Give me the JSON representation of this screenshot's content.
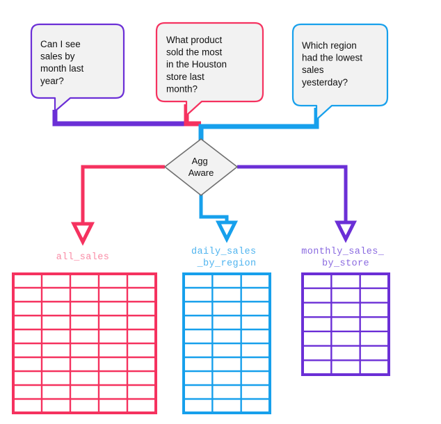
{
  "diagram": {
    "title": "Agg Aware routing diagram",
    "colors": {
      "purple": "#6b2fd6",
      "pink": "#f5325f",
      "blue": "#17a0ec",
      "bubble_fill": "#f2f2f2",
      "diamond_fill": "#f2f2f2",
      "diamond_stroke": "#6e6e6e",
      "text": "#101010"
    },
    "bubbles": [
      {
        "id": "bubble-month-sales",
        "color_key": "purple",
        "lines": [
          "Can I see",
          "sales by",
          "month last",
          "year?"
        ],
        "text": "Can I see sales by month last year?"
      },
      {
        "id": "bubble-houston-product",
        "color_key": "pink",
        "lines": [
          "What product",
          "sold the most",
          "in the Houston",
          "store last",
          "month?"
        ],
        "text": "What product sold the most in the Houston store last month?"
      },
      {
        "id": "bubble-region-sales",
        "color_key": "blue",
        "lines": [
          "Which region",
          "had the lowest",
          "sales",
          "yesterday?"
        ],
        "text": "Which region had the lowest sales yesterday?"
      }
    ],
    "decision_node": {
      "id": "agg-aware-node",
      "lines": [
        "Agg",
        "Aware"
      ],
      "text": "Agg Aware"
    },
    "tables": [
      {
        "id": "table-all-sales",
        "color_key": "pink",
        "label_lines": [
          "all_sales"
        ],
        "label": "all_sales",
        "columns": 5,
        "rows": 10
      },
      {
        "id": "table-daily-sales-by-region",
        "color_key": "blue",
        "label_lines": [
          "daily_sales",
          "_by_region"
        ],
        "label": "daily_sales_by_region",
        "columns": 3,
        "rows": 10
      },
      {
        "id": "table-monthly-sales-by-store",
        "color_key": "purple",
        "label_lines": [
          "monthly_sales_",
          "by_store"
        ],
        "label": "monthly_sales_by_store",
        "columns": 3,
        "rows": 7
      }
    ],
    "connections": [
      {
        "from": "bubble-month-sales",
        "to": "agg-aware-node",
        "color_key": "purple"
      },
      {
        "from": "bubble-houston-product",
        "to": "agg-aware-node",
        "color_key": "pink"
      },
      {
        "from": "bubble-region-sales",
        "to": "agg-aware-node",
        "color_key": "blue"
      },
      {
        "from": "agg-aware-node",
        "to": "table-all-sales",
        "color_key": "pink"
      },
      {
        "from": "agg-aware-node",
        "to": "table-daily-sales-by-region",
        "color_key": "blue"
      },
      {
        "from": "agg-aware-node",
        "to": "table-monthly-sales-by-store",
        "color_key": "purple"
      }
    ]
  }
}
